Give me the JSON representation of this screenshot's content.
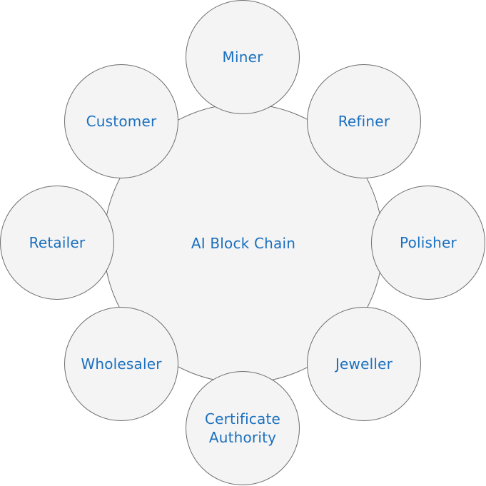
{
  "diagram": {
    "center": {
      "label": "AI Block Chain"
    },
    "nodes": [
      {
        "label": "Miner"
      },
      {
        "label": "Refiner"
      },
      {
        "label": "Polisher"
      },
      {
        "label": "Jeweller"
      },
      {
        "label": "Certificate\nAuthority"
      },
      {
        "label": "Wholesaler"
      },
      {
        "label": "Retailer"
      },
      {
        "label": "Customer"
      }
    ]
  },
  "colors": {
    "circle_fill": "#f4f4f4",
    "circle_stroke": "#6e6e6e",
    "label_text": "#1a6fbf"
  }
}
